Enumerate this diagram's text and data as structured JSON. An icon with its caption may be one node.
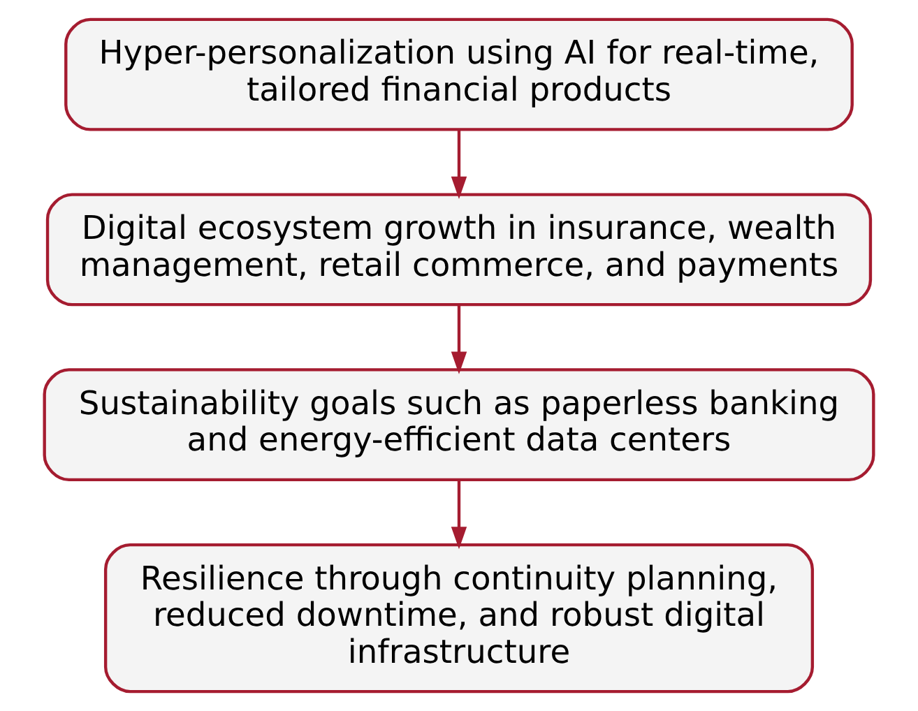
{
  "diagram": {
    "nodes": [
      {
        "text": [
          "Hyper-personalization using AI for real-time, tailored financial products"
        ]
      },
      {
        "text": [
          "Digital ecosystem growth in insurance, wealth management, retail commerce, and payments"
        ]
      },
      {
        "text": [
          "Sustainability goals such as paperless banking and energy-efficient data centers"
        ]
      },
      {
        "text": [
          "Resilience through continuity planning, reduced downtime, and robust digital infrastructure"
        ]
      }
    ],
    "edges": [
      {
        "from": 0,
        "to": 1,
        "arrow": "to"
      },
      {
        "from": 1,
        "to": 2,
        "arrow": "to"
      },
      {
        "from": 2,
        "to": 3,
        "arrow": "to"
      }
    ]
  }
}
